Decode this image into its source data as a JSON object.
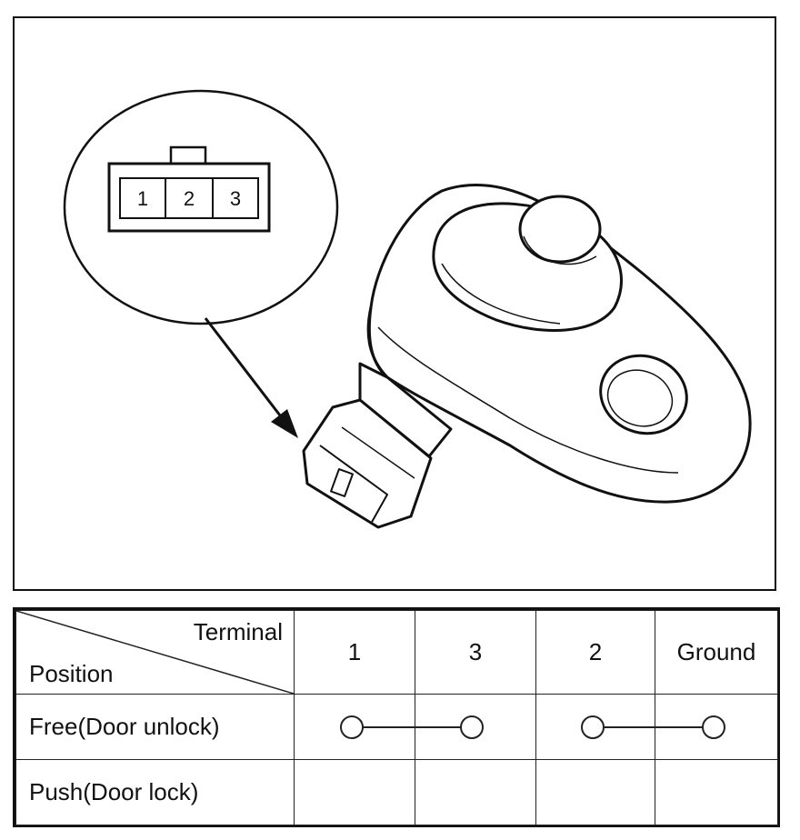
{
  "figure": {
    "connector_pins": [
      "1",
      "2",
      "3"
    ]
  },
  "table": {
    "header_terminal": "Terminal",
    "header_position": "Position",
    "terminals": [
      "1",
      "3",
      "2",
      "Ground"
    ],
    "rows": [
      {
        "position": "Free(Door unlock)",
        "connections": [
          [
            "1",
            "3"
          ],
          [
            "2",
            "Ground"
          ]
        ]
      },
      {
        "position": "Push(Door lock)",
        "connections": []
      }
    ]
  }
}
